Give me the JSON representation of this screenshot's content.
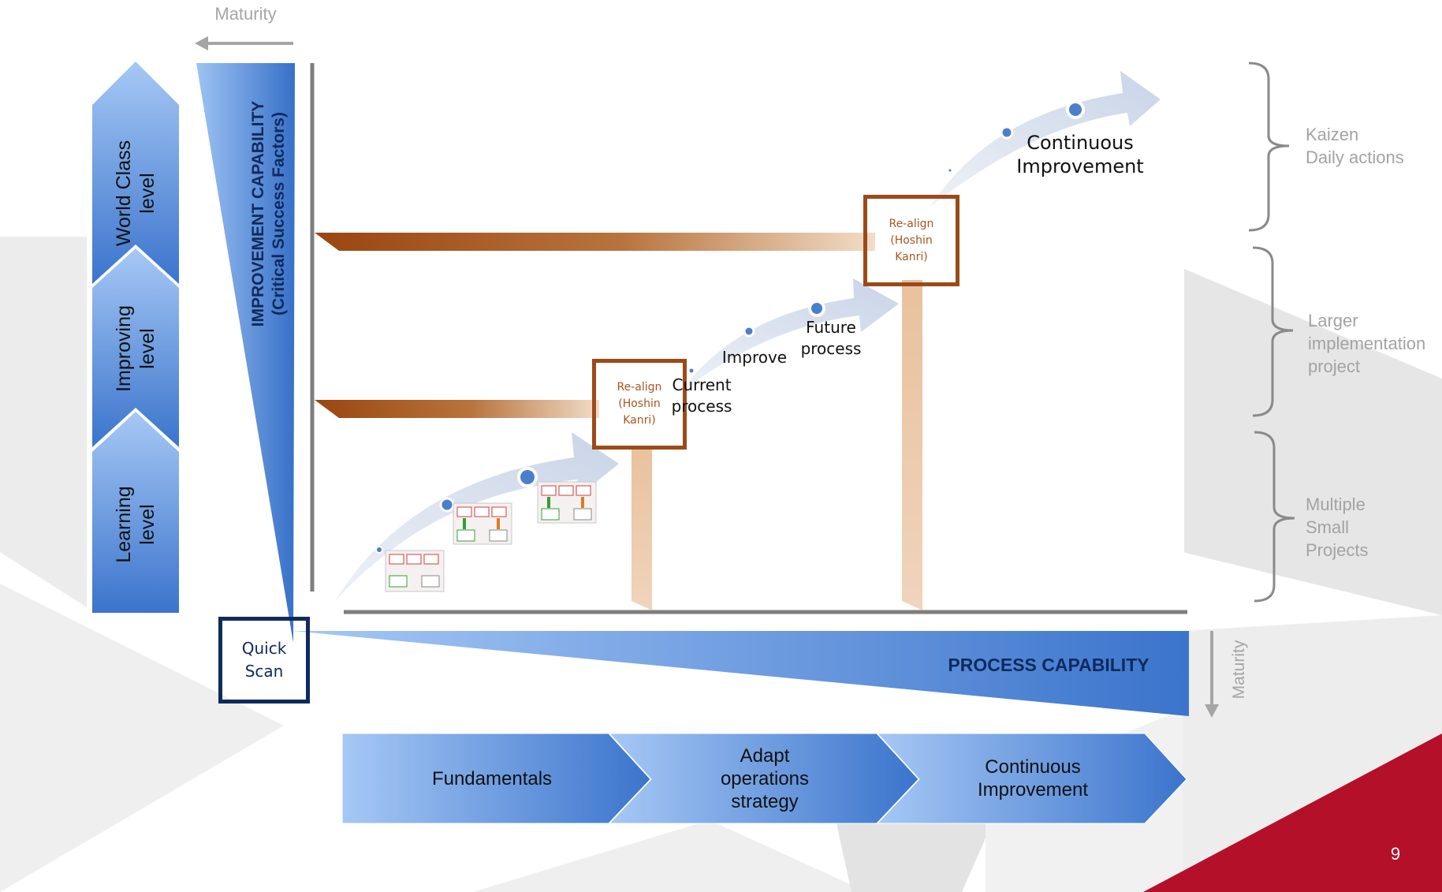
{
  "top_arrow_label": "Maturity",
  "side_arrow_label": "Maturity",
  "levels": [
    {
      "line1": "World Class",
      "line2": "level"
    },
    {
      "line1": "Improving",
      "line2": "level"
    },
    {
      "line1": "Learning",
      "line2": "level"
    }
  ],
  "improvement_capability": {
    "title": "IMPROVEMENT CAPABILITY",
    "subtitle": "(Critical Success Factors)"
  },
  "process_capability": "PROCESS CAPABILITY",
  "quick_scan": {
    "line1": "Quick",
    "line2": "Scan"
  },
  "realign_boxes": [
    {
      "line1": "Re-align",
      "line2": "(Hoshin",
      "line3": "Kanri)"
    },
    {
      "line1": "Re-align",
      "line2": "(Hoshin",
      "line3": "Kanri)"
    }
  ],
  "curve_labels": {
    "current_process": {
      "line1": "Current",
      "line2": "process"
    },
    "improve": "Improve",
    "future_process": {
      "line1": "Future",
      "line2": "process"
    },
    "continuous_improvement": {
      "line1": "Continuous",
      "line2": "Improvement"
    }
  },
  "side_labels": [
    {
      "line1": "Kaizen",
      "line2": "Daily actions"
    },
    {
      "line1": "Larger",
      "line2": "implementation",
      "line3": "project"
    },
    {
      "line1": "Multiple",
      "line2": "Small",
      "line3": "Projects"
    }
  ],
  "phases": [
    {
      "line1": "Fundamentals"
    },
    {
      "line1": "Adapt",
      "line2": "operations",
      "line3": "strategy"
    },
    {
      "line1": "Continuous",
      "line2": "Improvement"
    }
  ],
  "page_number": "9",
  "colors": {
    "blue_dark": "#3f78cf",
    "blue_light": "#a8c8f5",
    "navy": "#102a5c",
    "brown": "#9c4a18",
    "peach": "#ebc9ab",
    "arrow_grey": "#d4dcea",
    "accent_red": "#b5102a"
  }
}
